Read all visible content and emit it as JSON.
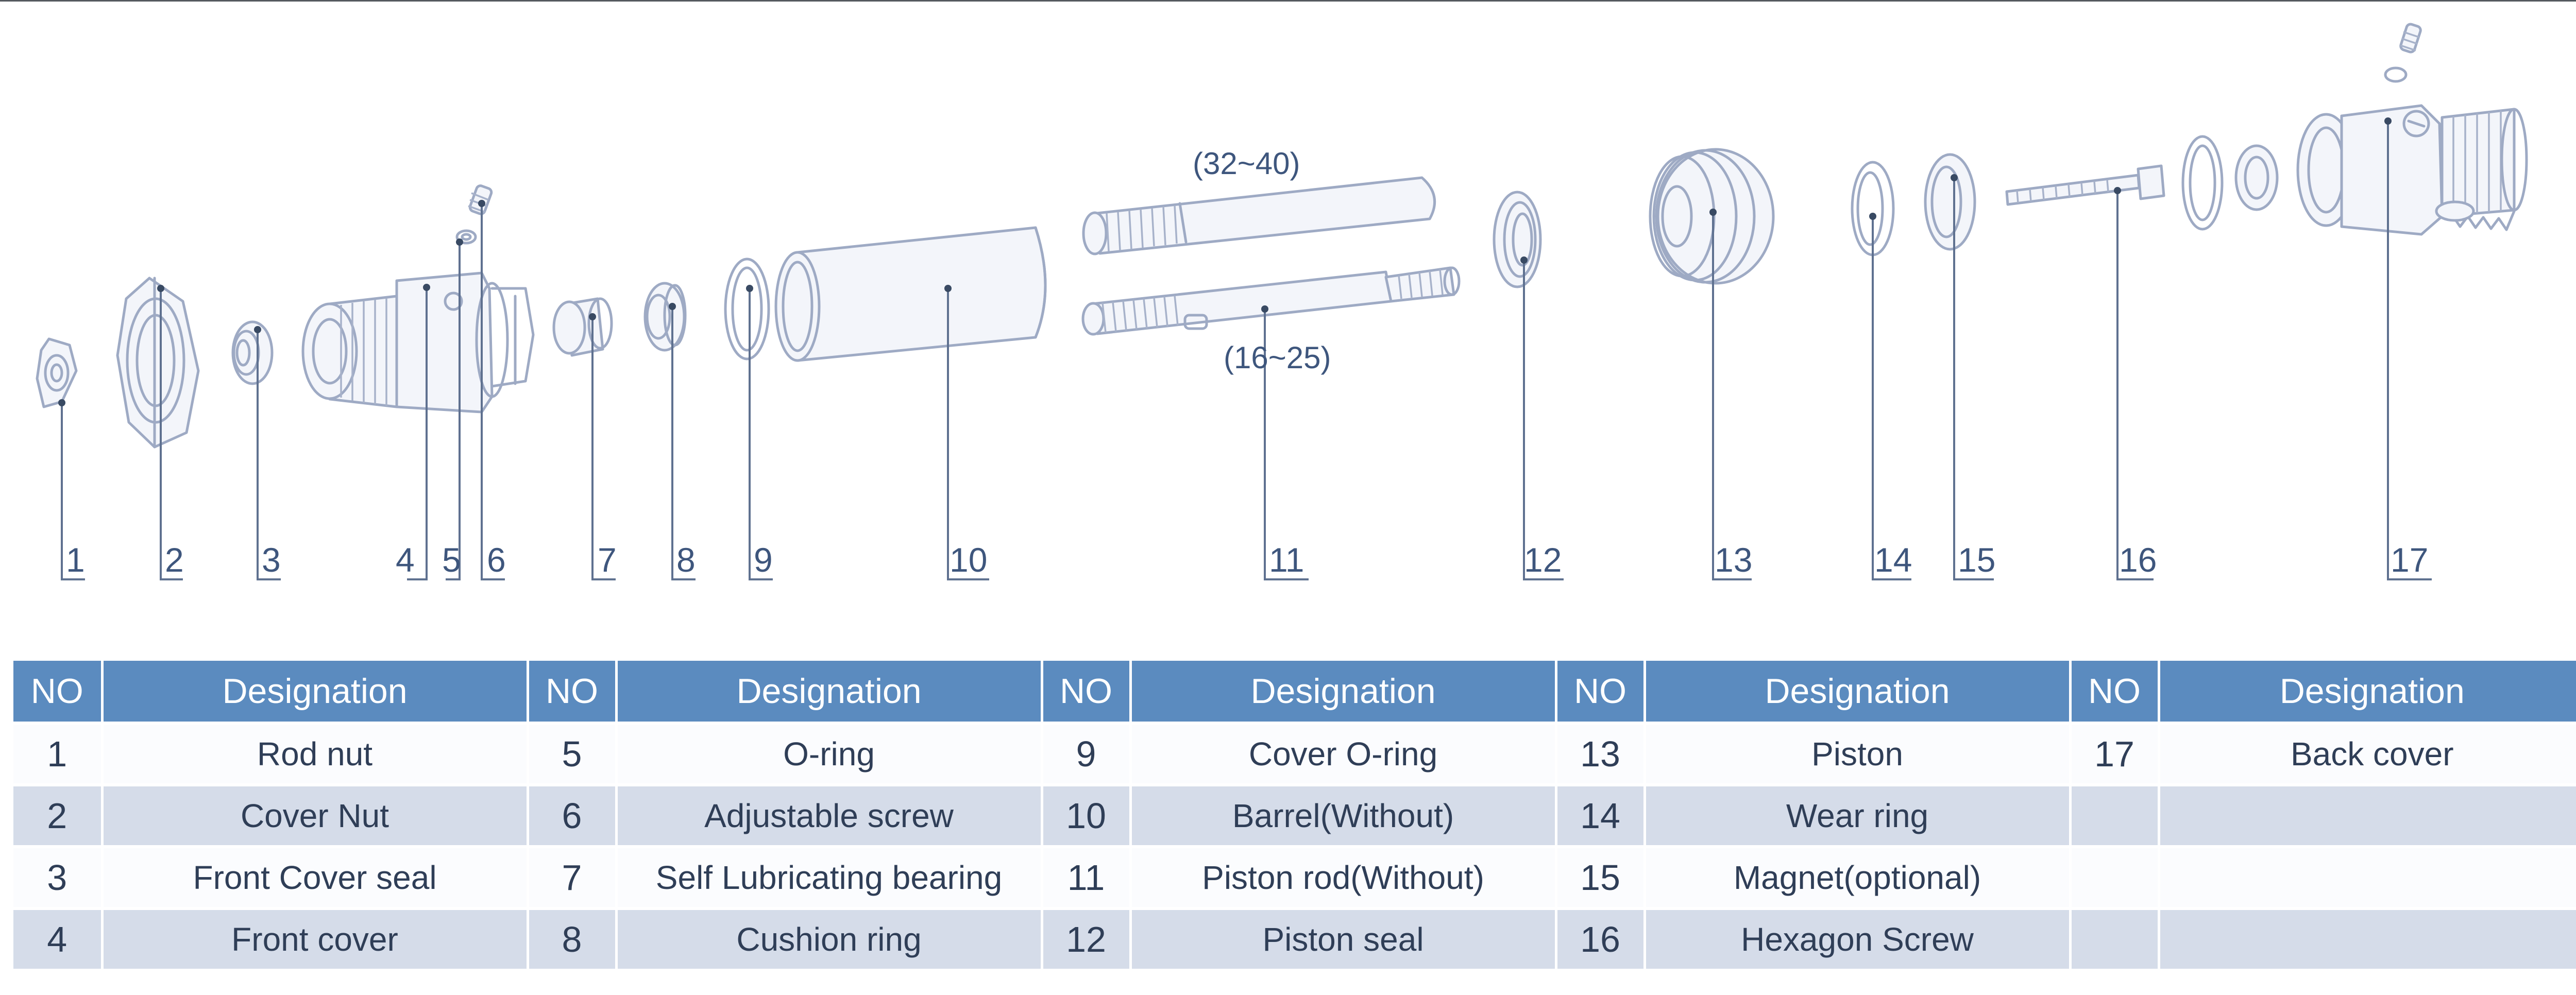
{
  "diagram": {
    "callouts": [
      "1",
      "2",
      "3",
      "4",
      "5",
      "6",
      "7",
      "8",
      "9",
      "10",
      "11",
      "12",
      "13",
      "14",
      "15",
      "16",
      "17"
    ],
    "rod_size_upper": "(32~40)",
    "rod_size_lower": "(16~25)"
  },
  "table": {
    "no_header": "NO",
    "designation_header": "Designation",
    "rows": [
      [
        {
          "no": "1",
          "name": "Rod nut"
        },
        {
          "no": "5",
          "name": "O-ring"
        },
        {
          "no": "9",
          "name": "Cover O-ring"
        },
        {
          "no": "13",
          "name": "Piston"
        },
        {
          "no": "17",
          "name": "Back cover"
        }
      ],
      [
        {
          "no": "2",
          "name": "Cover Nut"
        },
        {
          "no": "6",
          "name": "Adjustable screw"
        },
        {
          "no": "10",
          "name": "Barrel(Without)"
        },
        {
          "no": "14",
          "name": "Wear ring"
        },
        {
          "no": "",
          "name": ""
        }
      ],
      [
        {
          "no": "3",
          "name": "Front Cover seal"
        },
        {
          "no": "7",
          "name": "Self Lubricating bearing"
        },
        {
          "no": "11",
          "name": "Piston rod(Without)"
        },
        {
          "no": "15",
          "name": "Magnet(optional)"
        },
        {
          "no": "",
          "name": ""
        }
      ],
      [
        {
          "no": "4",
          "name": "Front cover"
        },
        {
          "no": "8",
          "name": "Cushion ring"
        },
        {
          "no": "12",
          "name": "Piston seal"
        },
        {
          "no": "16",
          "name": "Hexagon Screw"
        },
        {
          "no": "",
          "name": ""
        }
      ]
    ]
  }
}
